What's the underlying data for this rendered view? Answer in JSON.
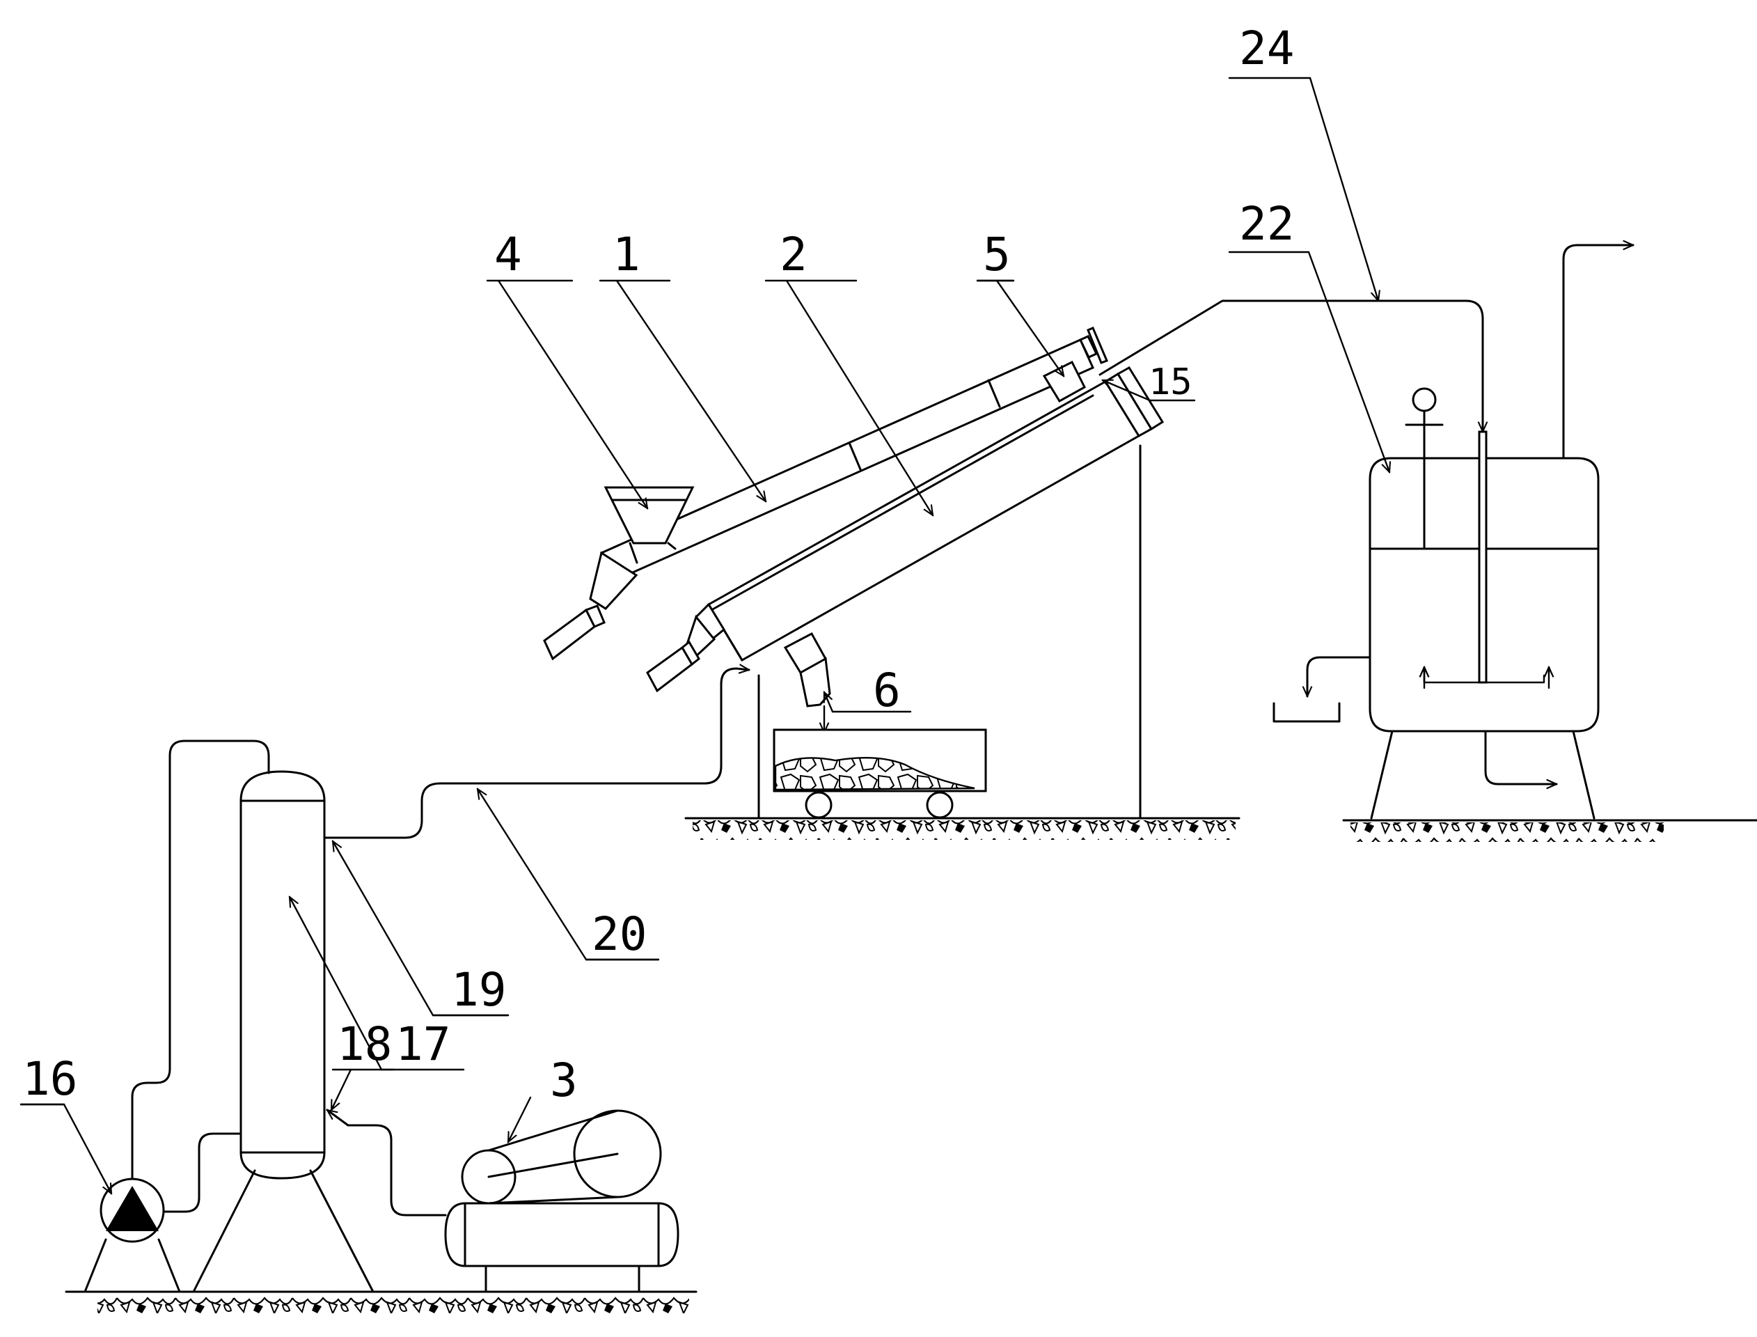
{
  "labels": {
    "l1": "1",
    "l2": "2",
    "l3": "3",
    "l4": "4",
    "l5": "5",
    "l6": "6",
    "l15": "15",
    "l16": "16",
    "l17": "17",
    "l18": "18",
    "l19": "19",
    "l20": "20",
    "l22": "22",
    "l24": "24"
  },
  "colors": {
    "line": "#000000",
    "background": "#ffffff"
  }
}
